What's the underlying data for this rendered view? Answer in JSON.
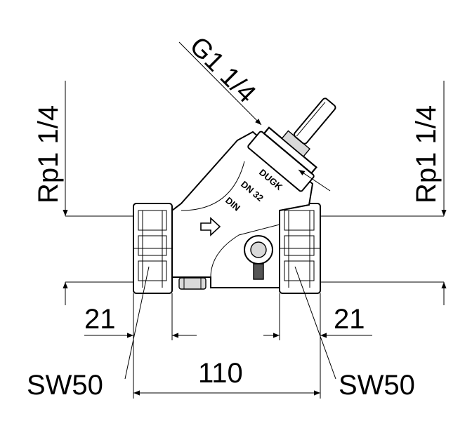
{
  "diagram": {
    "labels": {
      "connection_top": "G1 1/4",
      "connection_left": "Rp1 1/4",
      "connection_right": "Rp1 1/4",
      "depth_left": "21",
      "depth_right": "21",
      "length_total": "110",
      "wrench_left": "SW50",
      "wrench_right": "SW50"
    },
    "body_markings": {
      "line1": "DUGK",
      "line2": "DN 32",
      "line3": "DIN"
    },
    "colors": {
      "line": "#000000",
      "background": "#ffffff",
      "shade": "#d9d9d9"
    }
  }
}
